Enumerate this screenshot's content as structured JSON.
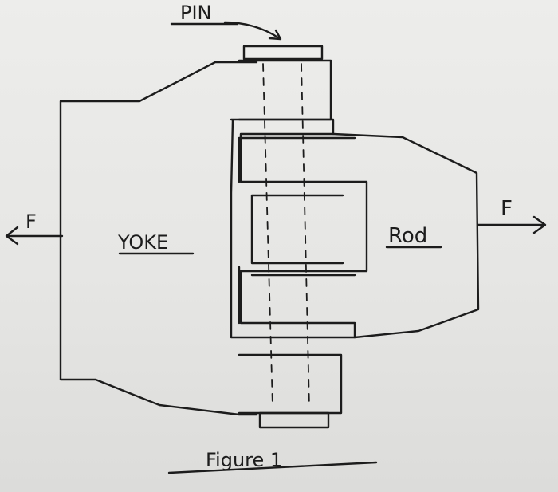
{
  "labels": {
    "pin": "PIN",
    "yoke": "YOKE",
    "rod": "Rod",
    "force_left": "F",
    "force_right": "F",
    "caption": "Figure 1"
  }
}
